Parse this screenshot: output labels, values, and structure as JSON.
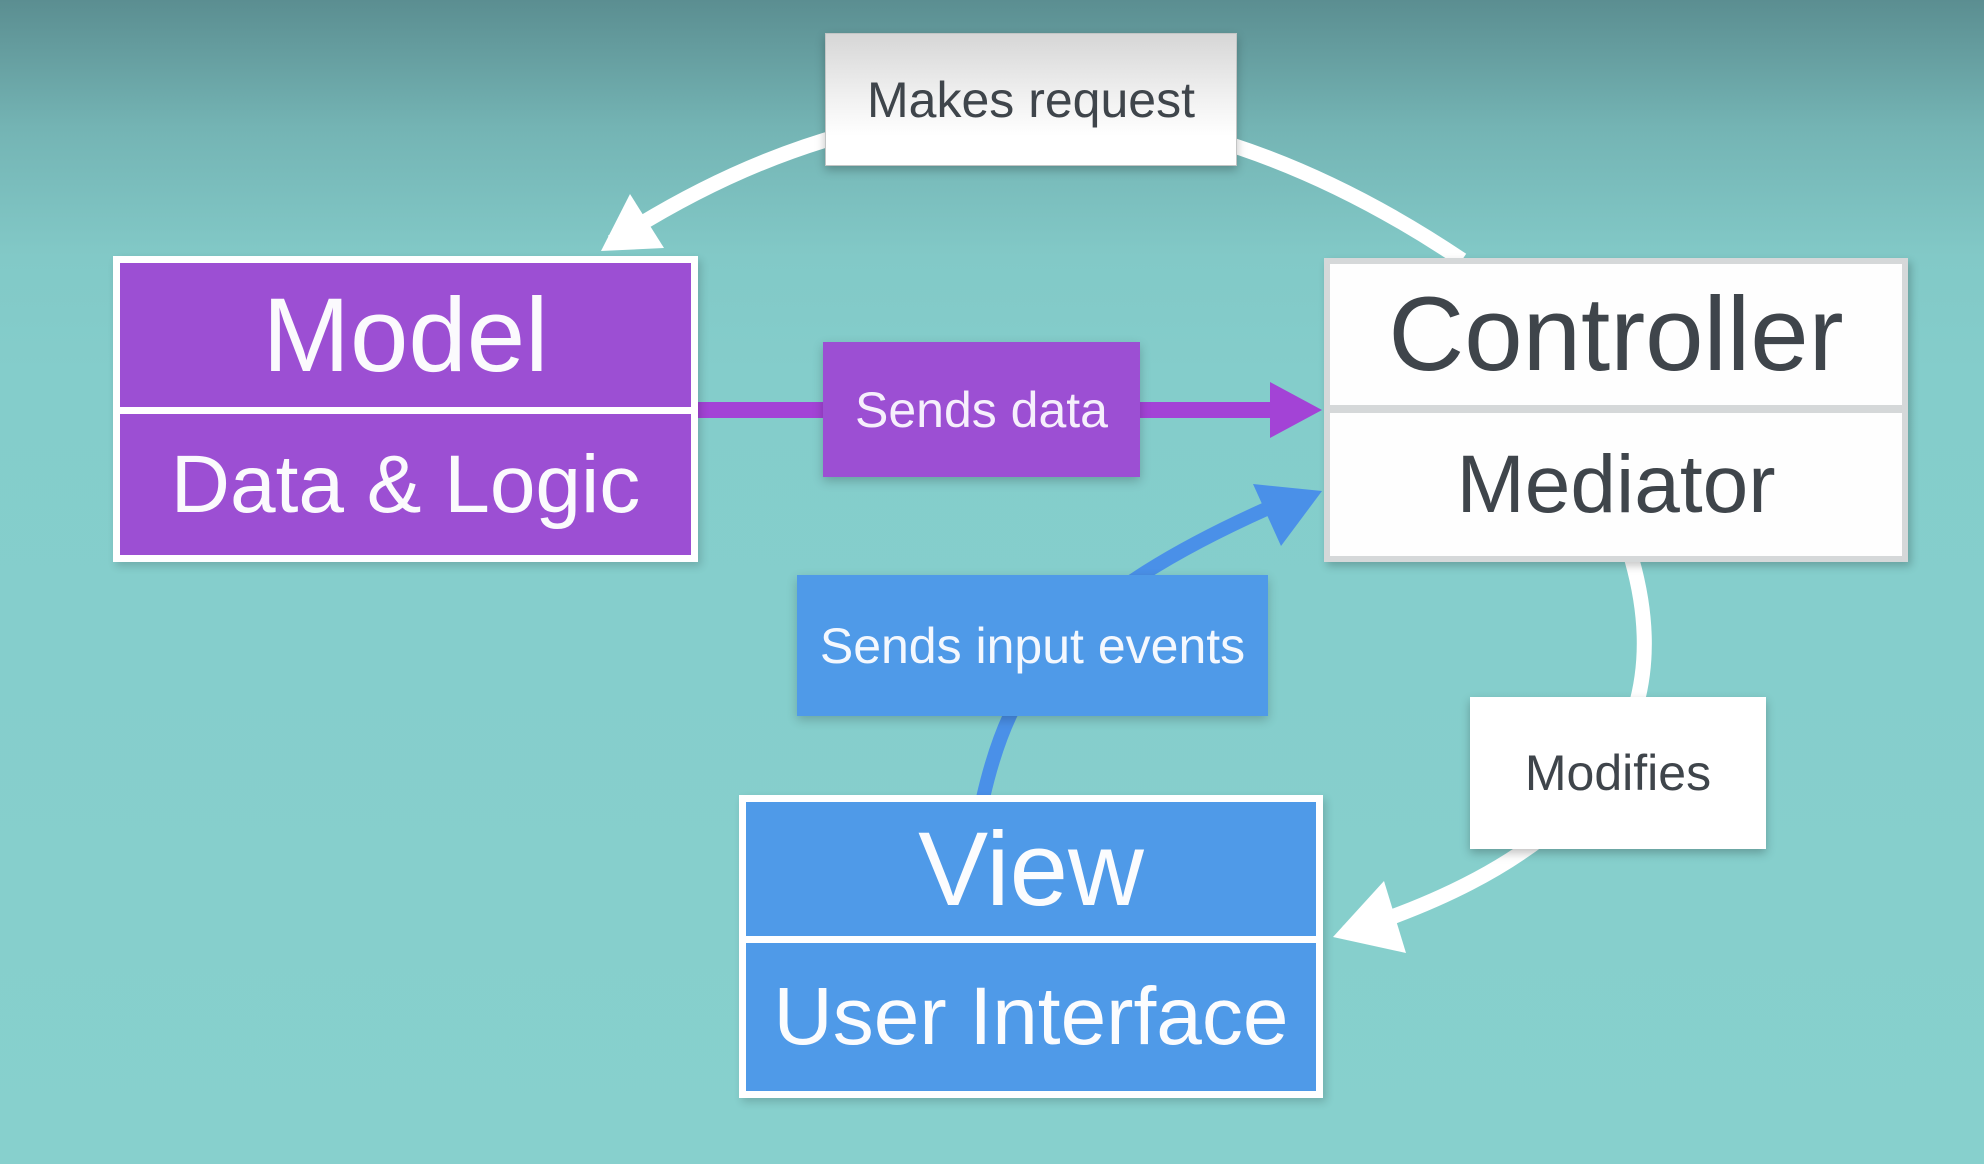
{
  "diagram": {
    "type": "mvc-architecture",
    "nodes": {
      "model": {
        "title": "Model",
        "subtitle": "Data & Logic"
      },
      "controller": {
        "title": "Controller",
        "subtitle": "Mediator"
      },
      "view": {
        "title": "View",
        "subtitle": "User Interface"
      }
    },
    "edges": {
      "makes_request": {
        "label": "Makes request",
        "from": "controller",
        "to": "model"
      },
      "sends_data": {
        "label": "Sends data",
        "from": "model",
        "to": "controller"
      },
      "sends_input_events": {
        "label": "Sends input events",
        "from": "view",
        "to": "controller"
      },
      "modifies": {
        "label": "Modifies",
        "from": "controller",
        "to": "view"
      }
    },
    "colors": {
      "background_top": "#5b8e91",
      "background": "#84cdcb",
      "purple": "#9c4fd3",
      "purple_arrow": "#a343d6",
      "blue": "#4f9ae8",
      "blue_arrow": "#4a90e8",
      "white": "#ffffff",
      "dark_text": "#3f454b"
    }
  }
}
